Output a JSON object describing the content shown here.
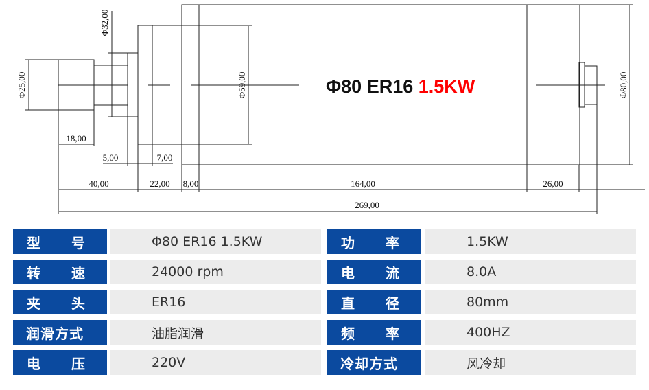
{
  "drawing": {
    "title_main": "Φ80 ER16 ",
    "title_power": "1.5KW",
    "title_power_color": "#ff0000",
    "dims": {
      "d25": "Φ25,00",
      "d32": "Φ32,00",
      "d59": "Φ59,00",
      "d80": "Φ80,00",
      "l18": "18,00",
      "l5": "5,00",
      "l7": "7,00",
      "l40": "40,00",
      "l22": "22,00",
      "l8": "8,00",
      "l164": "164,00",
      "l26": "26,00",
      "l269": "269,00"
    }
  },
  "specs": {
    "left": [
      {
        "label_a": "型",
        "label_b": "号",
        "value": "Φ80 ER16 1.5KW"
      },
      {
        "label_a": "转",
        "label_b": "速",
        "value": "24000 rpm"
      },
      {
        "label_a": "夹",
        "label_b": "头",
        "value": "ER16"
      },
      {
        "label": "润滑方式",
        "value": "油脂润滑"
      },
      {
        "label_a": "电",
        "label_b": "压",
        "value": "220V"
      }
    ],
    "right": [
      {
        "label_a": "功",
        "label_b": "率",
        "value": "1.5KW"
      },
      {
        "label_a": "电",
        "label_b": "流",
        "value": "8.0A"
      },
      {
        "label_a": "直",
        "label_b": "径",
        "value": "80mm"
      },
      {
        "label_a": "频",
        "label_b": "率",
        "value": "400HZ"
      },
      {
        "label": "冷却方式",
        "value": "风冷却"
      }
    ]
  }
}
